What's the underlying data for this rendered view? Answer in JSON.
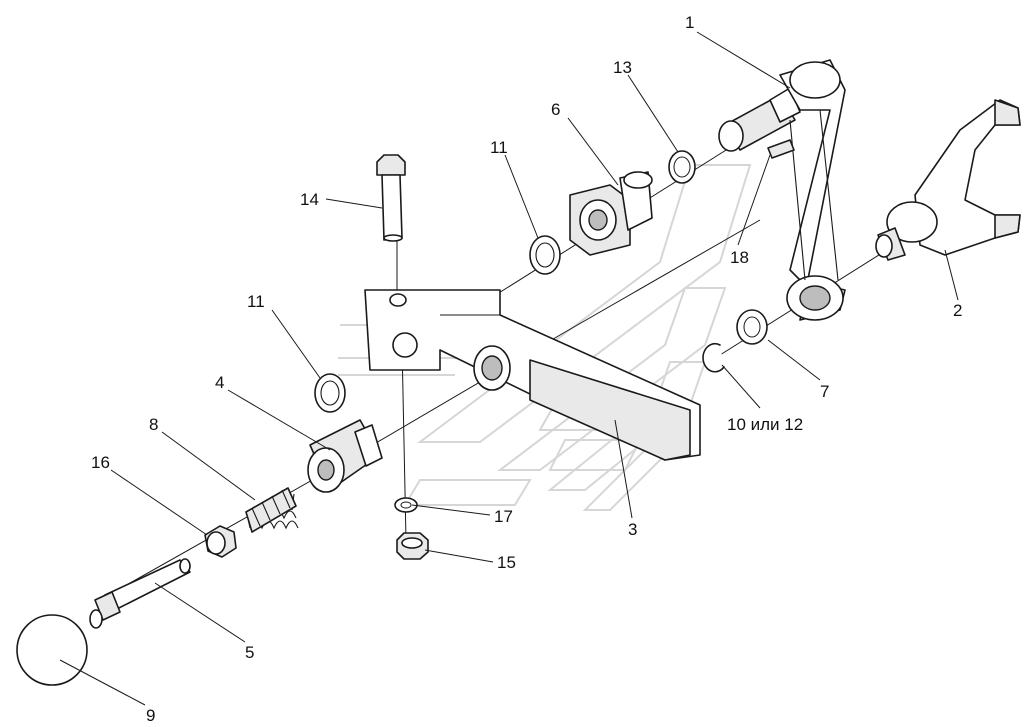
{
  "diagram": {
    "callouts": [
      {
        "id": "1",
        "text": "1"
      },
      {
        "id": "2",
        "text": "2"
      },
      {
        "id": "3",
        "text": "3"
      },
      {
        "id": "4",
        "text": "4"
      },
      {
        "id": "5",
        "text": "5"
      },
      {
        "id": "6",
        "text": "6"
      },
      {
        "id": "7",
        "text": "7"
      },
      {
        "id": "8",
        "text": "8"
      },
      {
        "id": "9",
        "text": "9"
      },
      {
        "id": "10-12",
        "text": "10 или 12"
      },
      {
        "id": "11a",
        "text": "11"
      },
      {
        "id": "11b",
        "text": "11"
      },
      {
        "id": "13",
        "text": "13"
      },
      {
        "id": "14",
        "text": "14"
      },
      {
        "id": "15",
        "text": "15"
      },
      {
        "id": "16",
        "text": "16"
      },
      {
        "id": "17",
        "text": "17"
      },
      {
        "id": "18",
        "text": "18"
      }
    ]
  }
}
